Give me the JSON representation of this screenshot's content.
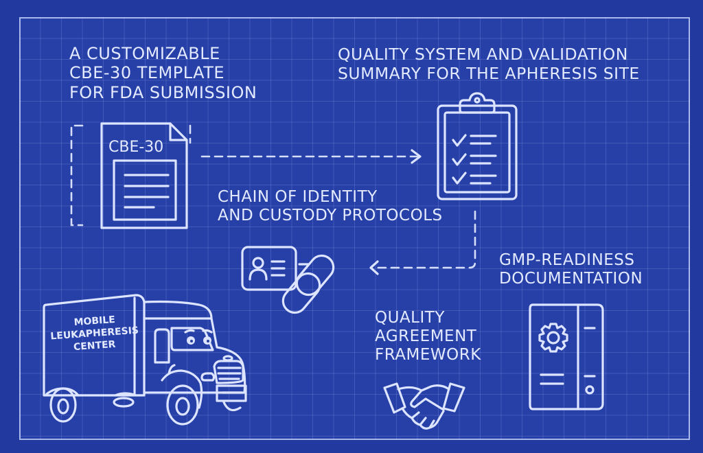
{
  "diagram": {
    "style": "blueprint",
    "colors": {
      "background": "#2640a8",
      "outer": "#22399f",
      "line": "#dde4ff",
      "grid": "#5669bd"
    },
    "nodes": [
      {
        "id": "cbe30",
        "title_lines": [
          "A CUSTOMIZABLE",
          "CBE-30 TEMPLATE",
          "FOR FDA SUBMISSION"
        ],
        "icon": "document-icon",
        "icon_label": "CBE-30"
      },
      {
        "id": "quality-system",
        "title_lines": [
          "QUALITY SYSTEM AND VALIDATION",
          "SUMMARY FOR THE APHERESIS SITE"
        ],
        "icon": "clipboard-checklist-icon"
      },
      {
        "id": "chain-of-identity",
        "title_lines": [
          "CHAIN OF IDENTITY",
          "AND CUSTODY PROTOCOLS"
        ],
        "icon": "id-card-chain-link-icon"
      },
      {
        "id": "gmp-readiness",
        "title_lines": [
          "GMP-READINESS",
          "DOCUMENTATION"
        ],
        "icon": "binder-gear-icon"
      },
      {
        "id": "quality-agreement",
        "title_lines": [
          "QUALITY",
          "AGREEMENT",
          "FRAMEWORK"
        ],
        "icon": "handshake-icon"
      },
      {
        "id": "mobile-center",
        "title_lines": [
          "MOBILE",
          "LEUKAPHERESIS",
          "CENTER"
        ],
        "icon": "truck-icon"
      }
    ],
    "edges": [
      {
        "from": "cbe30",
        "to": "quality-system",
        "style": "dashed-arrow"
      },
      {
        "from": "quality-system",
        "to": "chain-of-identity",
        "style": "dashed-arrow"
      }
    ]
  }
}
